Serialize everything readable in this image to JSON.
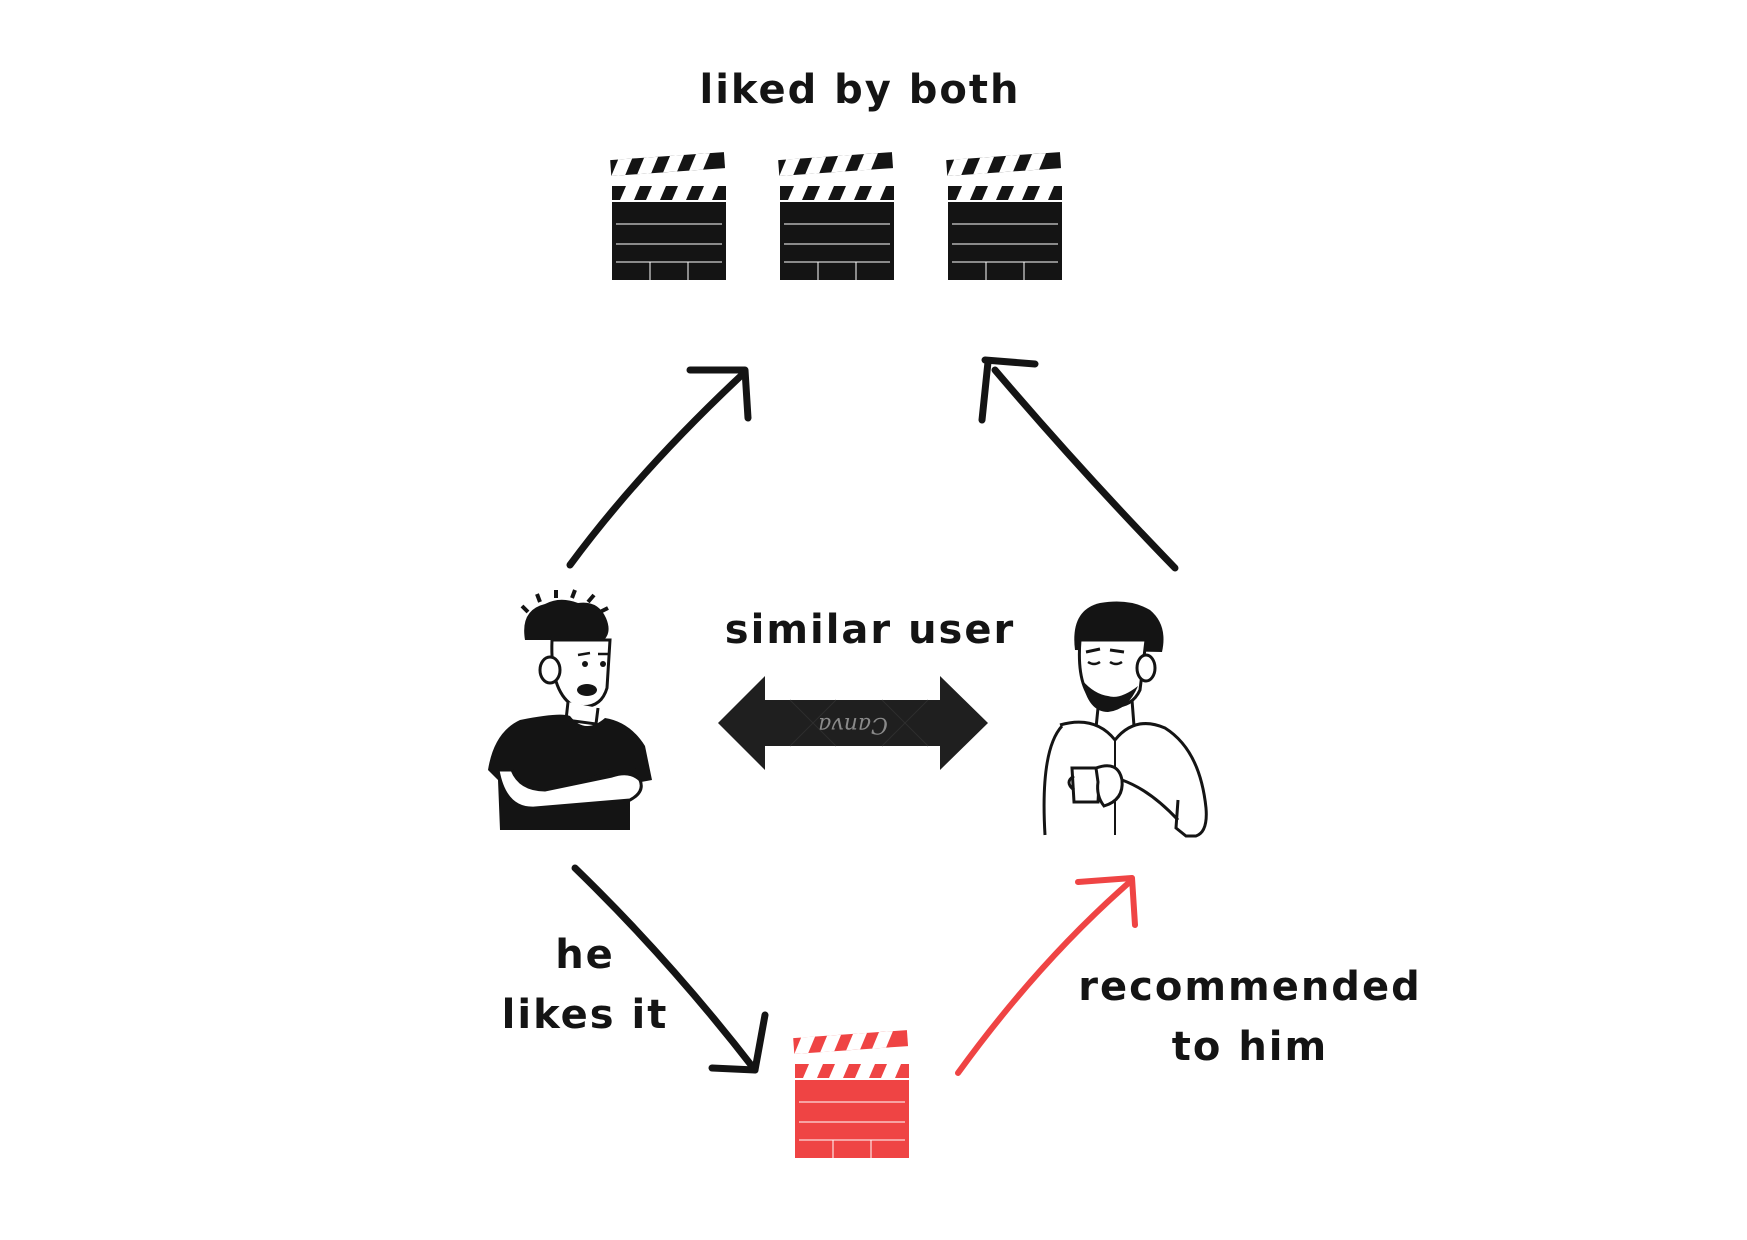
{
  "labels": {
    "liked_by_both": "liked by both",
    "similar_user": "similar user",
    "he_likes_line1": "he",
    "he_likes_line2": "likes it",
    "recommended_line1": "recommended",
    "recommended_line2": "to him",
    "watermark": "Canva"
  },
  "colors": {
    "ink": "#141414",
    "accent": "#ef4444",
    "background": "#ffffff"
  },
  "icons": {
    "liked_clapperboards": [
      "clapperboard-icon",
      "clapperboard-icon",
      "clapperboard-icon"
    ],
    "recommended_clapperboard": "clapperboard-icon",
    "user_left": "person-arms-crossed-icon",
    "user_right": "person-holding-cup-icon",
    "similarity_arrow": "double-arrow-icon"
  }
}
